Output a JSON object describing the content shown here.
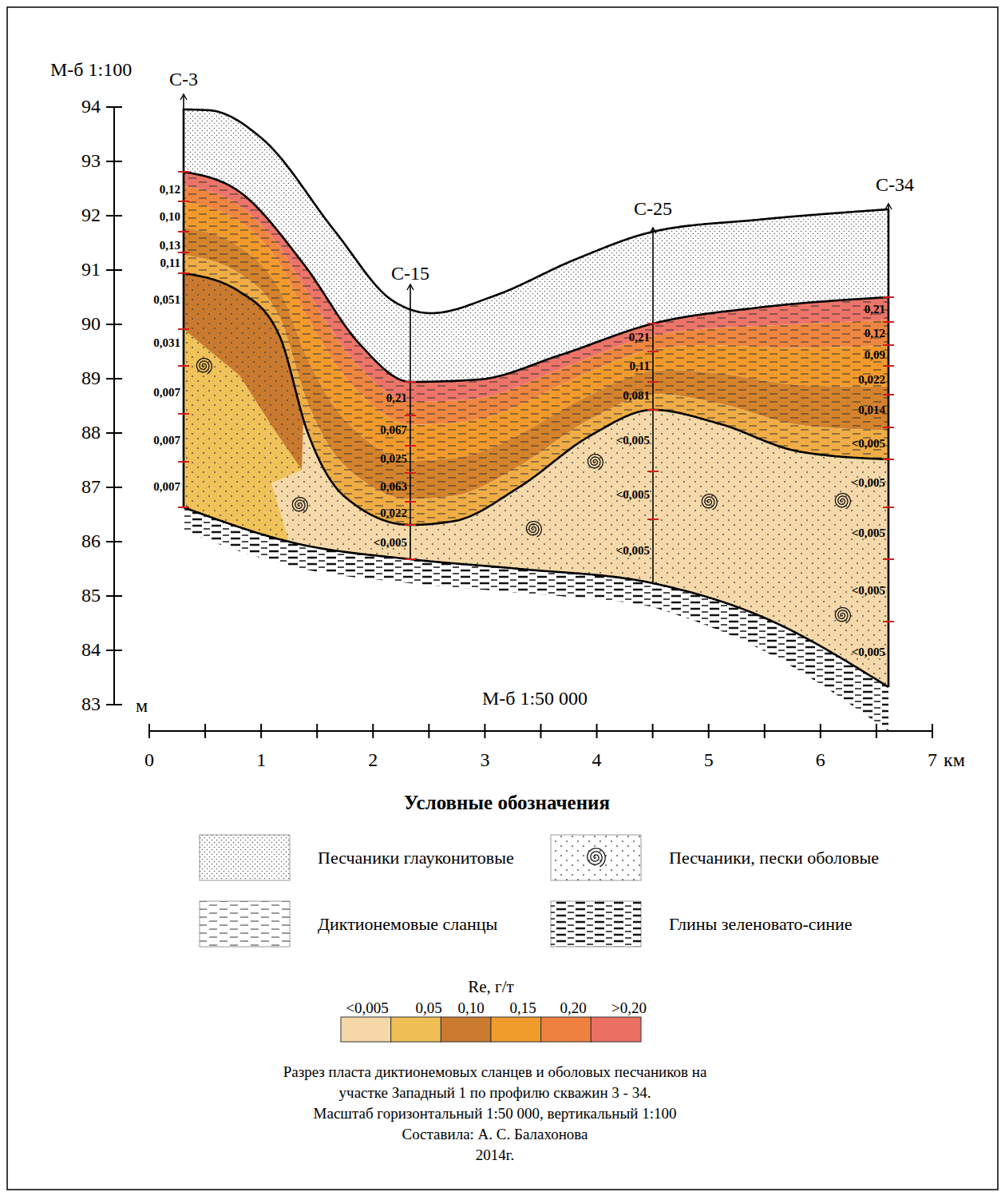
{
  "diagram": {
    "caption": "Разрез пласта диктионемовых сланцев и оболовых песчаников на участке Западный 1 по профилю скважин 3 - 34.",
    "labels": [
      "М-б 1:100",
      "94",
      "93",
      "92",
      "91",
      "90",
      "89",
      "88",
      "87",
      "86",
      "85",
      "84",
      "83",
      "м",
      "М-б 1:50 000",
      "0",
      "1",
      "2",
      "3",
      "4",
      "5",
      "6",
      "7",
      "км",
      "С-3",
      "С-15",
      "С-25",
      "С-34",
      "0,12",
      "0,10",
      "0,13",
      "0,11",
      "0,051",
      "0,031",
      "0,007",
      "0,007",
      "0,007",
      "0,21",
      "0,067",
      "0,025",
      "0,063",
      "0,022",
      "<0,005",
      "0,21",
      "0,11",
      "0,081",
      "<0,005",
      "<0,005",
      "<0,005",
      "0,21",
      "0,12",
      "0,09",
      "0,022",
      "0,014",
      "<0,005",
      "<0,005",
      "<0,005",
      "<0,005",
      "<0,005",
      "Условные обозначения",
      "Re, г/т",
      "Масштаб горизонтальный 1:50 000, вертикальный 1:100",
      "Составила: А. С. Балахонова",
      "2014г."
    ],
    "legend": [
      {
        "text": "Песчаники глауконитовые"
      },
      {
        "text": "Песчаники, пески оболовые"
      },
      {
        "text": "Диктионемовые сланцы"
      },
      {
        "text": "Глины зеленовато-синие"
      },
      {
        "text": "<0,005",
        "color": "#f6d7a7"
      },
      {
        "text": "0,05",
        "color": "#efbf56"
      },
      {
        "text": "0,10",
        "color": "#c97a2e"
      },
      {
        "text": "0,15",
        "color": "#f09c2c"
      },
      {
        "text": "0,20",
        "color": "#ee8040"
      },
      {
        "text": ">0,20",
        "color": "#ec6f63"
      }
    ]
  }
}
